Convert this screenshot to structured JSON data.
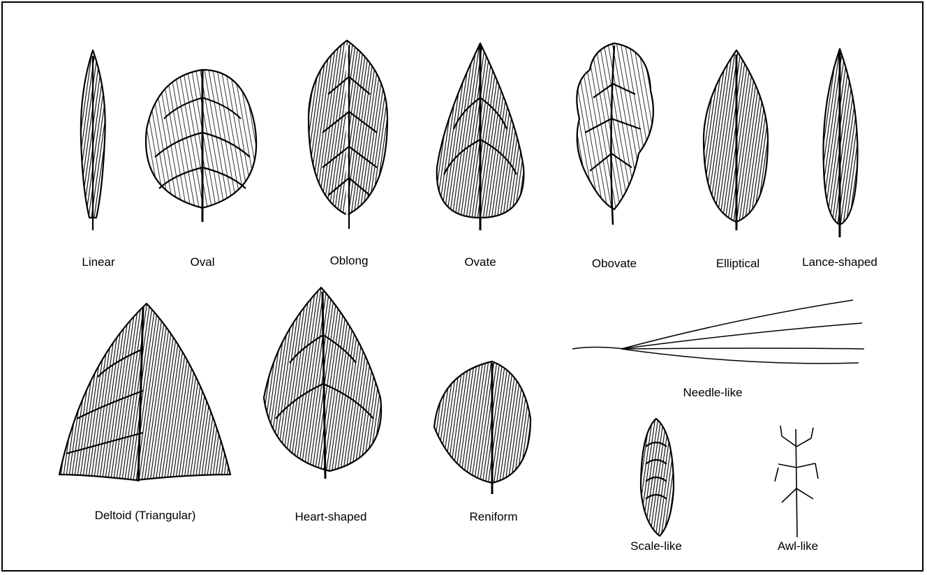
{
  "colors": {
    "ink": "#000000",
    "paper": "#ffffff"
  },
  "labels": {
    "linear": "Linear",
    "oval": "Oval",
    "oblong": "Oblong",
    "ovate": "Ovate",
    "obovate": "Obovate",
    "elliptical": "Elliptical",
    "lance_shaped": "Lance-shaped",
    "deltoid": "Deltoid (Triangular)",
    "heart_shaped": "Heart-shaped",
    "reniform": "Reniform",
    "needle_like": "Needle-like",
    "scale_like": "Scale-like",
    "awl_like": "Awl-like"
  }
}
